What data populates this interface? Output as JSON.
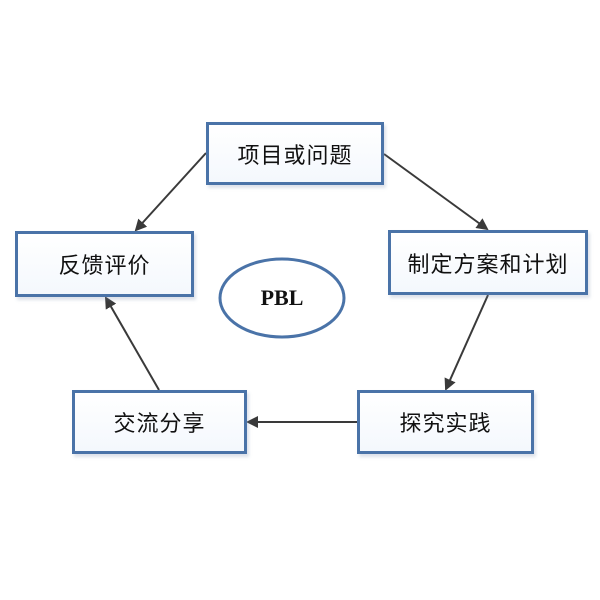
{
  "diagram": {
    "type": "cycle",
    "center": {
      "label": "PBL"
    },
    "nodes": [
      {
        "id": "top",
        "label": "项目或问题"
      },
      {
        "id": "right",
        "label": "制定方案和计划"
      },
      {
        "id": "br",
        "label": "探究实践"
      },
      {
        "id": "bl",
        "label": "交流分享"
      },
      {
        "id": "left",
        "label": "反馈评价"
      }
    ],
    "edges": [
      {
        "from": "top",
        "to": "left"
      },
      {
        "from": "top",
        "to": "right"
      },
      {
        "from": "right",
        "to": "br"
      },
      {
        "from": "br",
        "to": "bl"
      },
      {
        "from": "bl",
        "to": "left"
      }
    ],
    "colors": {
      "box_border": "#4a73a8",
      "ellipse_border": "#4a73a8",
      "arrow": "#333333"
    }
  }
}
